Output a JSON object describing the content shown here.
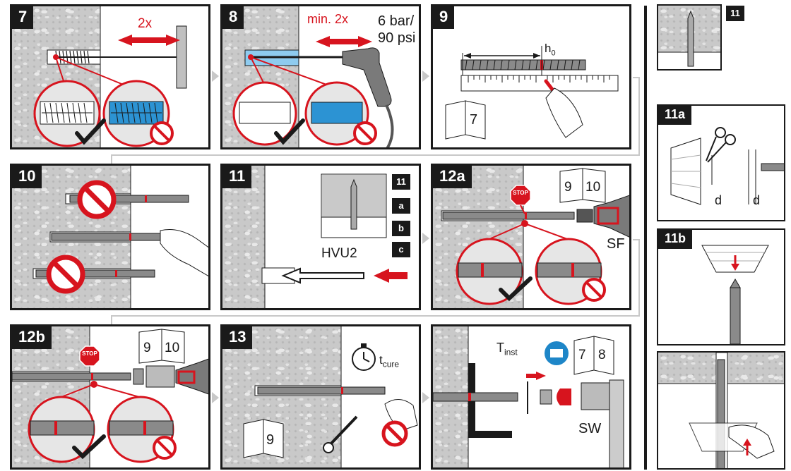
{
  "steps": {
    "s7": {
      "num": "7",
      "label": "2x"
    },
    "s8": {
      "num": "8",
      "label": "min. 2x",
      "pressure_1": "6 bar/",
      "pressure_2": "90 psi"
    },
    "s9": {
      "num": "9",
      "h0": "h",
      "h0_sub": "0",
      "book": "7"
    },
    "s10": {
      "num": "10"
    },
    "s11": {
      "num": "11",
      "product": "HVU2",
      "tabs": [
        "11",
        "a",
        "b",
        "c"
      ]
    },
    "s12a": {
      "num": "12a",
      "stop": "STOP",
      "book_left": "9",
      "book_right": "10",
      "sf": "SF"
    },
    "s12b": {
      "num": "12b",
      "stop": "STOP",
      "book_left": "9",
      "book_right": "10"
    },
    "s13": {
      "num": "13",
      "t_cure": "t",
      "t_cure_sub": "cure",
      "book": "9"
    },
    "s14": {
      "t_inst": "T",
      "t_inst_sub": "inst",
      "book_left": "7",
      "book_right": "8",
      "sw": "SW"
    },
    "side_11": {
      "num": "11"
    },
    "side_11a": {
      "num": "11a",
      "d1": "d",
      "d2": "d"
    },
    "side_11b": {
      "num": "11b"
    }
  },
  "colors": {
    "red": "#d7141e",
    "black": "#1a1a1a",
    "concrete": "#c9c9c9",
    "blue": "#1e86c8"
  }
}
